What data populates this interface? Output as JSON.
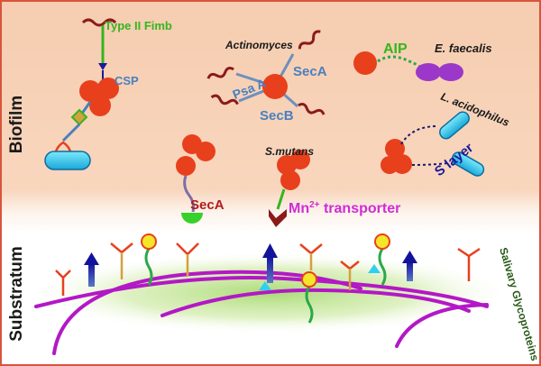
{
  "regions": {
    "top": "Biofilm",
    "bottom": "Substratum"
  },
  "labels": {
    "type2_fimb": "Type II Fimb",
    "csp": "CSP",
    "actinomyces": "Actinomyces",
    "seca_top": "SecA",
    "psaa": "Psa A",
    "secb": "SecB",
    "aip": "AIP",
    "efaecalis": "E. faecalis",
    "lacidophilus": "L. acidophilus",
    "slayer": "S layer",
    "seca_mid": "SecA",
    "smutans": "S.mutans",
    "mn_transporter_base": "Mn",
    "mn_transporter_sup": "2+",
    "mn_transporter_rest": " transporter",
    "salivary": "Salivary Glycoproteins"
  },
  "colors": {
    "biofilm_bg": "#f6cdb0",
    "border": "#d9543c",
    "cell": "#e8401c",
    "dark_red": "#8b1a1a",
    "blue_label": "#4a7fc0",
    "green_label": "#36b51f",
    "purple": "#b318c6",
    "cyan": "#2fd0ef",
    "navy": "#1a1a9a",
    "magenta_text": "#d02bd6",
    "green_glow": "#b8e07a"
  }
}
